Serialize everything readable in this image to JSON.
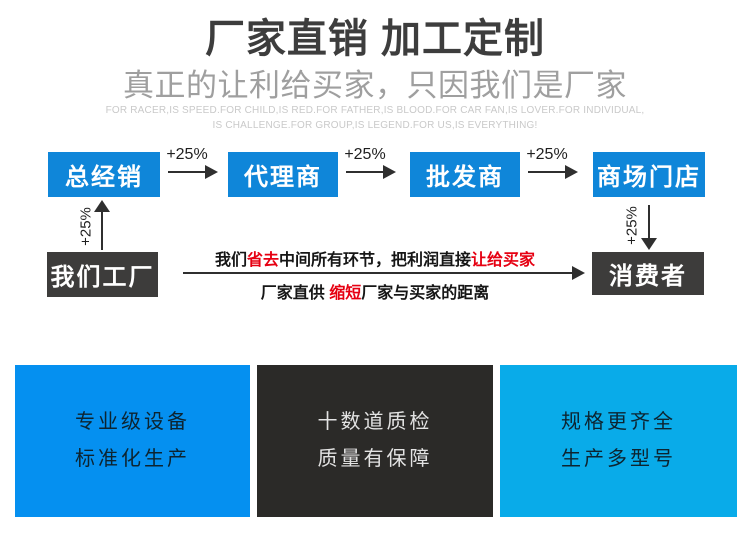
{
  "header": {
    "title": "厂家直销 加工定制",
    "subtitle": "真正的让利给买家，只因我们是厂家",
    "tagline_line1": "FOR RACER,IS SPEED.FOR CHILD,IS RED.FOR FATHER,IS BLOOD.FOR CAR FAN,IS LOVER.FOR INDIVIDUAL,",
    "tagline_line2": "IS CHALLENGE.FOR GROUP,IS LEGEND.FOR US,IS EVERYTHING!"
  },
  "flow": {
    "markup_label": "+25%",
    "chain": [
      {
        "label": "总经销"
      },
      {
        "label": "代理商"
      },
      {
        "label": "批发商"
      },
      {
        "label": "商场门店"
      }
    ],
    "factory_label": "我们工厂",
    "consumer_label": "消费者",
    "message1": {
      "pre": "我们",
      "red1": "省去",
      "mid": "中间所有环节，把利润直接",
      "red2": "让给买家"
    },
    "message2": {
      "pre": "厂家直供 ",
      "red": "缩短",
      "post": "厂家与买家的距离"
    }
  },
  "features": [
    {
      "line1": "专业级设备",
      "line2": "标准化生产",
      "bg": "#0590f0",
      "fg": "#0d2430"
    },
    {
      "line1": "十数道质检",
      "line2": "质量有保障",
      "bg": "#2b2a28",
      "fg": "#e3e3e3"
    },
    {
      "line1": "规格更齐全",
      "line2": "生产多型号",
      "bg": "#09abe9",
      "fg": "#0d2430"
    }
  ],
  "colors": {
    "flow_box_blue": "#0f86d9",
    "dark_box": "#3d3c3b",
    "highlight_red": "#e60012",
    "title_dark": "#3d3d3d",
    "subtitle_gray": "#9f9f9f",
    "tagline_gray": "#c9c9c9"
  }
}
